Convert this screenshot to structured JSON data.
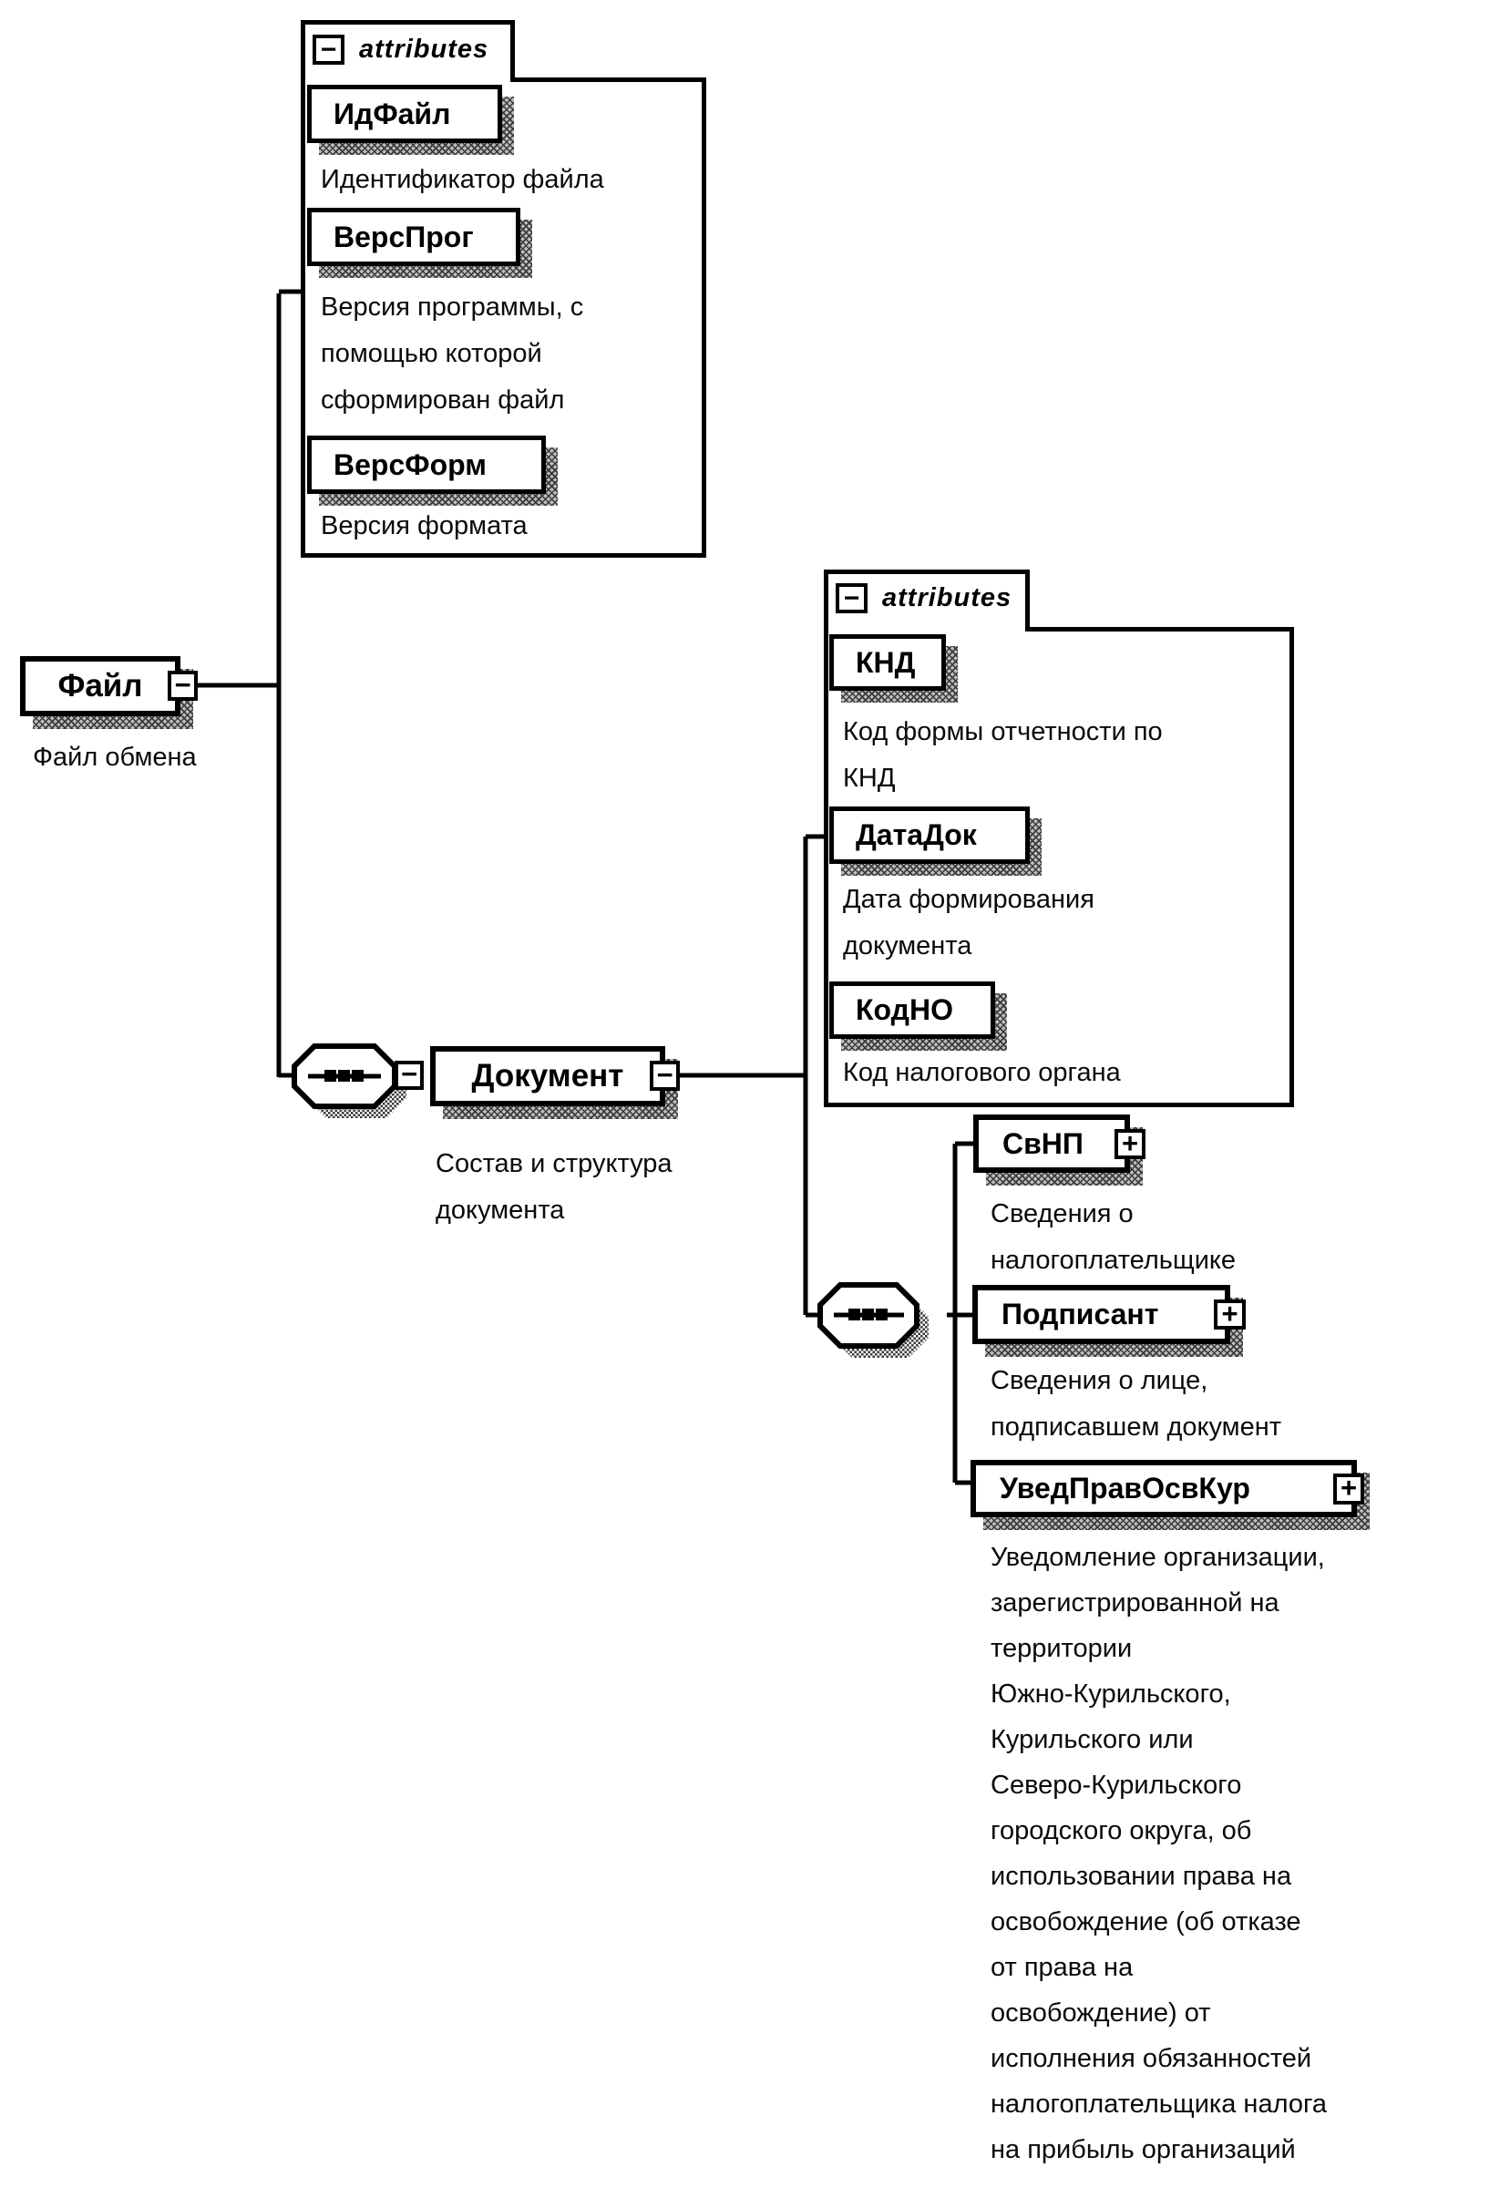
{
  "icons": {
    "collapse": "−",
    "expand": "+"
  },
  "attributes_header": "attributes",
  "file": {
    "label": "Файл",
    "description": "Файл обмена",
    "attributes": [
      {
        "name": "ИдФайл",
        "description": [
          "Идентификатор файла"
        ]
      },
      {
        "name": "ВерсПрог",
        "description": [
          "Версия программы, с",
          "помощью которой",
          "сформирован файл"
        ]
      },
      {
        "name": "ВерсФорм",
        "description": [
          "Версия формата"
        ]
      }
    ]
  },
  "document": {
    "label": "Документ",
    "description": [
      "Состав и структура",
      "документа"
    ],
    "attributes": [
      {
        "name": "КНД",
        "description": [
          "Код формы отчетности по",
          "КНД"
        ]
      },
      {
        "name": "ДатаДок",
        "description": [
          "Дата формирования",
          "документа"
        ]
      },
      {
        "name": "КодНО",
        "description": [
          "Код налогового органа"
        ]
      }
    ],
    "children": [
      {
        "name": "СвНП",
        "description": [
          "Сведения о",
          "налогоплательщике"
        ]
      },
      {
        "name": "Подписант",
        "description": [
          "Сведения о лице,",
          "подписавшем документ"
        ]
      },
      {
        "name": "УведПравОсвКур",
        "description": [
          "Уведомление организации,",
          "зарегистрированной на",
          "территории",
          "Южно-Курильского,",
          "Курильского или",
          "Северо-Курильского",
          "городского округа, об",
          "использовании права на",
          "освобождение (об отказе",
          "от права на",
          "освобождение) от",
          "исполнения обязанностей",
          "налогоплательщика налога",
          "на прибыль организаций"
        ]
      }
    ]
  }
}
